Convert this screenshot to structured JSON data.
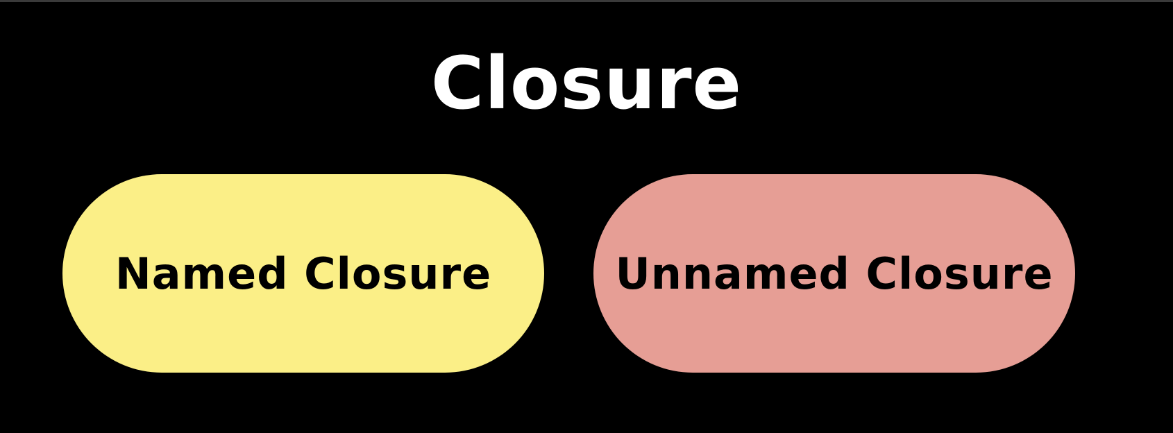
{
  "diagram": {
    "title": "Closure",
    "nodes": [
      {
        "label": "Named Closure",
        "color": "#FBEF87"
      },
      {
        "label": "Unnamed Closure",
        "color": "#E69E95"
      }
    ]
  },
  "colors": {
    "background": "#000000",
    "title_text": "#FFFFFF",
    "node_text": "#000000"
  }
}
